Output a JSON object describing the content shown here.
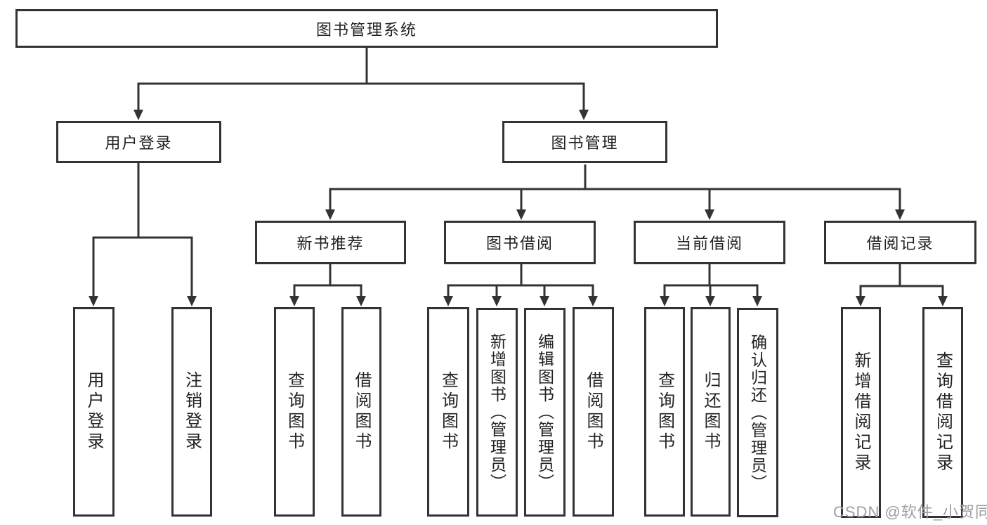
{
  "watermark": "CSDN @软件_小贺同学",
  "colors": {
    "line": "#333333",
    "text": "#222222",
    "background": "#ffffff",
    "watermark": "#9e9e9e"
  },
  "tree": {
    "root": {
      "label": "图书管理系统"
    },
    "branches": [
      {
        "label": "用户登录",
        "children": [
          {
            "label": "用户登录"
          },
          {
            "label": "注销登录"
          }
        ]
      },
      {
        "label": "图书管理",
        "children": [
          {
            "label": "新书推荐",
            "children": [
              {
                "label": "查询图书"
              },
              {
                "label": "借阅图书"
              }
            ]
          },
          {
            "label": "图书借阅",
            "children": [
              {
                "label": "查询图书"
              },
              {
                "label": "新增图书（管理员）"
              },
              {
                "label": "编辑图书（管理员）"
              },
              {
                "label": "借阅图书"
              }
            ]
          },
          {
            "label": "当前借阅",
            "children": [
              {
                "label": "查询图书"
              },
              {
                "label": "归还图书"
              },
              {
                "label": "确认归还（管理员）"
              }
            ]
          },
          {
            "label": "借阅记录",
            "children": [
              {
                "label": "新增借阅记录"
              },
              {
                "label": "查询借阅记录"
              }
            ]
          }
        ]
      }
    ]
  }
}
